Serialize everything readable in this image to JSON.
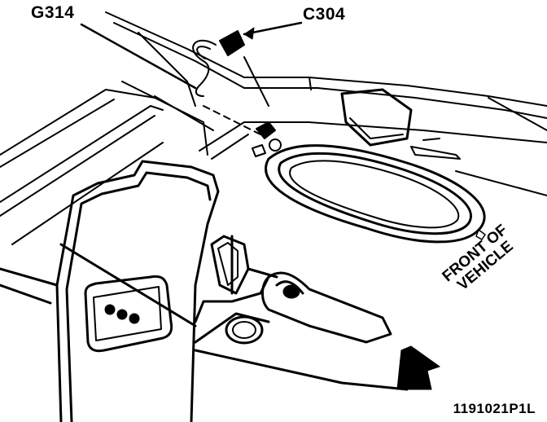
{
  "callouts": {
    "ground": "G314",
    "connector": "C304"
  },
  "orientation": {
    "line1": "FRONT OF",
    "line2": "VEHICLE"
  },
  "figure_id": "1191021P1L",
  "colors": {
    "ink": "#000000",
    "paper": "#ffffff"
  }
}
